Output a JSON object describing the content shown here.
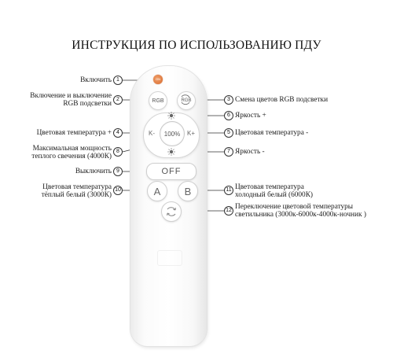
{
  "title": "ИНСТРУКЦИЯ ПО ИСПОЛЬЗОВАНИЮ ПДУ",
  "remote": {
    "led_label": "ON",
    "rgb_button": "RGB",
    "rgb_cycle_button": "RGB",
    "center_button": "100%",
    "k_minus": "K-",
    "k_plus": "K+",
    "off_button": "OFF",
    "a_button": "A",
    "b_button": "B"
  },
  "labels": [
    {
      "num": "1",
      "text": [
        "Включить"
      ]
    },
    {
      "num": "2",
      "text": [
        "Включение и выключение",
        "RGB подсветки"
      ]
    },
    {
      "num": "3",
      "text": [
        "Смена цветов RGB подсветки"
      ]
    },
    {
      "num": "4",
      "text": [
        "Цветовая температура +"
      ]
    },
    {
      "num": "5",
      "text": [
        "Цветовая температура -"
      ]
    },
    {
      "num": "6",
      "text": [
        "Яркость +"
      ]
    },
    {
      "num": "7",
      "text": [
        "Яркость -"
      ]
    },
    {
      "num": "8",
      "text": [
        "Максимальная мощность",
        "теплого свечения (4000К)"
      ]
    },
    {
      "num": "9",
      "text": [
        "Выключить"
      ]
    },
    {
      "num": "10",
      "text": [
        "Цветовая температура",
        "тёплый белый (3000К)"
      ]
    },
    {
      "num": "11",
      "text": [
        "Цветовая температура",
        "холодный белый (6000К)"
      ]
    },
    {
      "num": "12",
      "text": [
        "Переключение цветовой температуры",
        "светильника  (3000к-6000к-4000к-ночник  )"
      ]
    }
  ]
}
